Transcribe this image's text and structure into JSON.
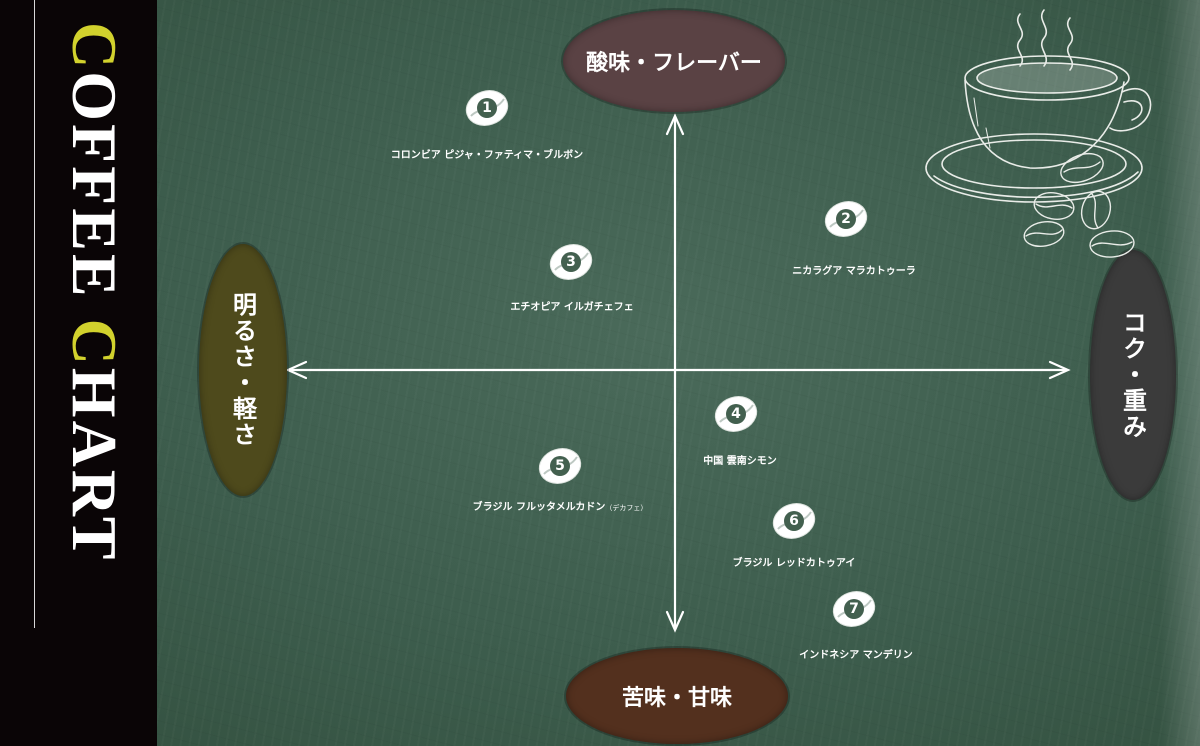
{
  "banner": {
    "title_first_letter": "C",
    "title_first_rest": "OFFEE ",
    "title_second_letter": "C",
    "title_second_rest": "HART"
  },
  "axes": {
    "top": "酸味・フレーバー",
    "bottom": "苦味・甘味",
    "left": "明るさ・軽さ",
    "right": "コク・重み"
  },
  "colors": {
    "board": "#3d5d4d",
    "banner": "#0a0506",
    "accent": "#d2d22d",
    "top_ellipse": "#5a4244",
    "bottom_ellipse": "#53301e",
    "left_ellipse": "#4e4a1c",
    "right_ellipse": "#3b3b3b"
  },
  "coffees": [
    {
      "num": "1",
      "name": "コロンビア ピジャ・ファティマ・ブルボン",
      "note": ""
    },
    {
      "num": "2",
      "name": "ニカラグア マラカトゥーラ",
      "note": ""
    },
    {
      "num": "3",
      "name": "エチオピア イルガチェフェ",
      "note": ""
    },
    {
      "num": "4",
      "name": "中国 雲南シモン",
      "note": ""
    },
    {
      "num": "5",
      "name": "ブラジル フルッタメルカドン",
      "note": "（デカフェ）"
    },
    {
      "num": "6",
      "name": "ブラジル レッドカトゥアイ",
      "note": ""
    },
    {
      "num": "7",
      "name": "インドネシア マンデリン",
      "note": ""
    }
  ],
  "icons": {
    "marker": "coffee-bean-icon",
    "illustration": "coffee-cup-icon"
  }
}
